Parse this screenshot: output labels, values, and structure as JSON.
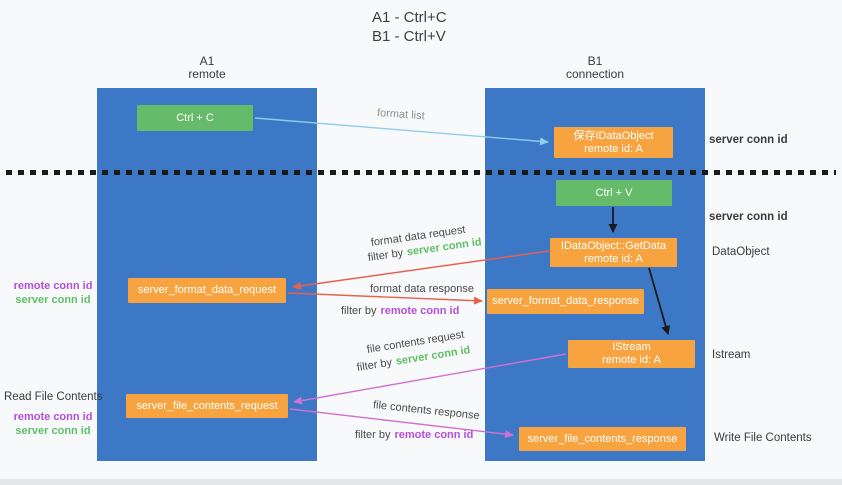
{
  "title": {
    "line1": "A1 - Ctrl+C",
    "line2": "B1 - Ctrl+V"
  },
  "lanes": {
    "left": {
      "id": "A1",
      "name": "remote"
    },
    "right": {
      "id": "B1",
      "name": "connection"
    }
  },
  "nodes": {
    "ctrl_c": "Ctrl + C",
    "ctrl_v": "Ctrl + V",
    "save_dataobject": {
      "line1": "保存IDataObject",
      "line2": "remote id: A"
    },
    "getdata": {
      "line1": "IDataObject::GetData",
      "line2": "remote id: A"
    },
    "istream": {
      "line1": "IStream",
      "line2": "remote id: A"
    },
    "format_request": "server_format_data_request",
    "format_response": "server_format_data_response",
    "file_request": "server_file_contents_request",
    "file_response": "server_file_contents_response"
  },
  "arrows": {
    "format_list": "format list",
    "format_data_request": "format data request",
    "format_data_response": "format data response",
    "file_contents_request": "file contents request",
    "file_contents_response": "file contents response",
    "filter_by": "filter by",
    "server_conn_id": "server conn id",
    "remote_conn_id": "remote conn id"
  },
  "annotations": {
    "server_conn_id_right_top": "server conn id",
    "server_conn_id_right_mid": "server conn id",
    "dataobject": "DataObject",
    "istream": "Istream",
    "write_file_contents": "Write File Contents",
    "read_file_contents": "Read File Contents",
    "remote_conn_id": "remote conn id",
    "server_conn_id": "server conn id"
  },
  "colors": {
    "background": "#f8f9fb",
    "lane_blue": "#3d78c6",
    "box_green": "#66bb6a",
    "box_orange": "#f7a440",
    "label_green": "#5fbf66",
    "label_purple": "#b44fd8",
    "arrow_blue": "#8fcdea",
    "arrow_red": "#e8604e",
    "arrow_magenta": "#d36fd3",
    "arrow_black": "#1a1a1a",
    "text_dark": "#3c3c3c",
    "text_muted": "#8f8f8f"
  }
}
